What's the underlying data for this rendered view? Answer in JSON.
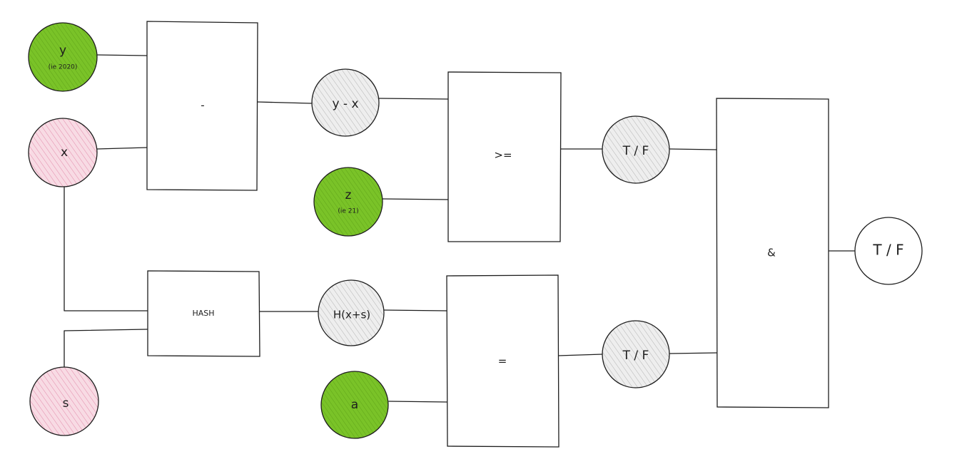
{
  "colors": {
    "input_known": "#7ac328",
    "input_secret": "#f8dbe4",
    "input_secret_hatch": "#d9668f",
    "intermediate": "#eeeeee",
    "intermediate_hatch": "#9a9a9a",
    "output": "#ffffff",
    "stroke": "#1e1e1e"
  },
  "nodes": {
    "y": {
      "label": "y",
      "sublabel": "(ie 2020)"
    },
    "x": {
      "label": "x"
    },
    "s": {
      "label": "s"
    },
    "z": {
      "label": "z",
      "sublabel": "(ie 21)"
    },
    "a": {
      "label": "a"
    },
    "y_minus_x": {
      "label": "y - x"
    },
    "hash_value": {
      "label": "H(x+s)"
    },
    "tf_upper": {
      "label": "T / F"
    },
    "tf_lower": {
      "label": "T / F"
    },
    "tf_output": {
      "label": "T / F"
    }
  },
  "operators": {
    "subtract": {
      "label": "-"
    },
    "hash": {
      "label": "HASH"
    },
    "greater_equal": {
      "label": ">="
    },
    "equal": {
      "label": "="
    },
    "and": {
      "label": "&"
    }
  }
}
